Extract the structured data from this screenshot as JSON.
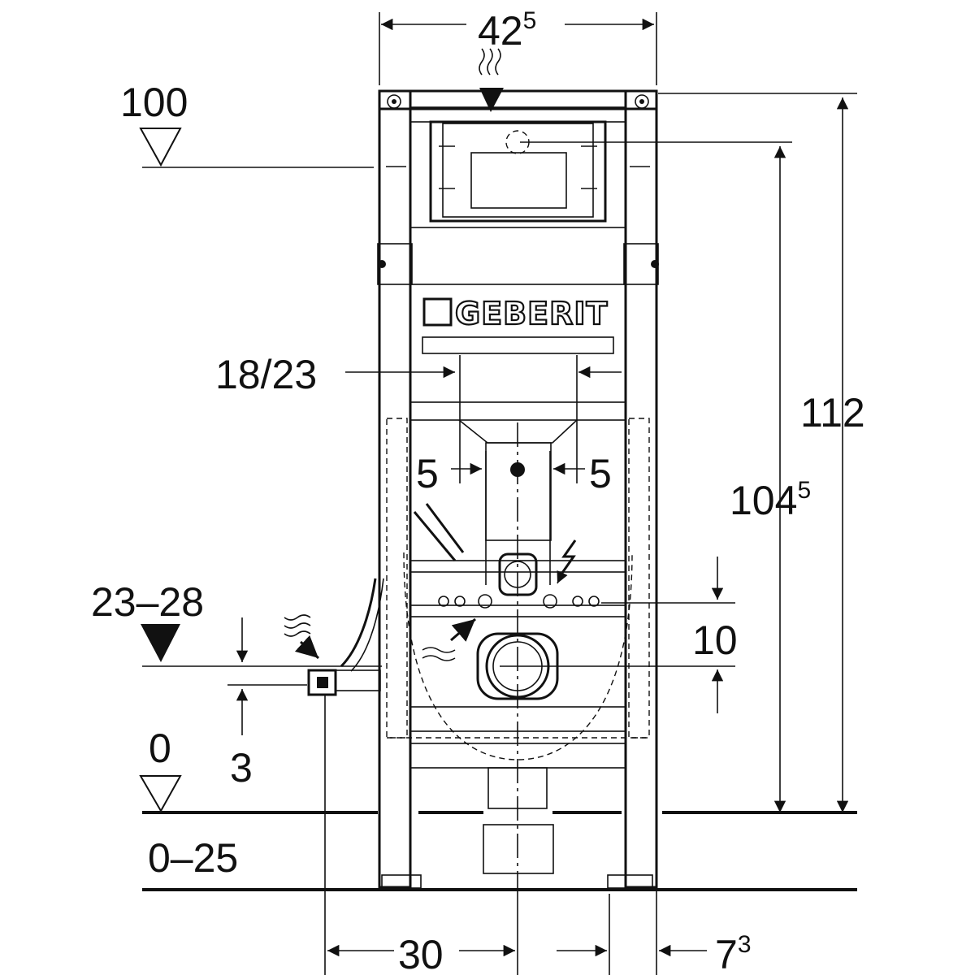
{
  "diagram": {
    "brand_logo": "GEBERIT",
    "dimensions": {
      "width_top": {
        "value": "42",
        "sup": "5"
      },
      "height_total": "112",
      "height_inner": {
        "value": "104",
        "sup": "5"
      },
      "top_level": "100",
      "upper_level": "23–28",
      "floor_level": "0",
      "floor_range": "0–25",
      "offset_small": "3",
      "bolt_spacing": "18/23",
      "left_five": "5",
      "right_five": "5",
      "pipe_gap": "10",
      "bottom_left_width": "30",
      "bottom_right_width": {
        "value": "7",
        "sup": "3"
      }
    },
    "icons": {
      "water_supply": "wave-arrows-icon",
      "power": "electric-bolt-icon",
      "floor_marker": "triangle-level-icon"
    }
  }
}
